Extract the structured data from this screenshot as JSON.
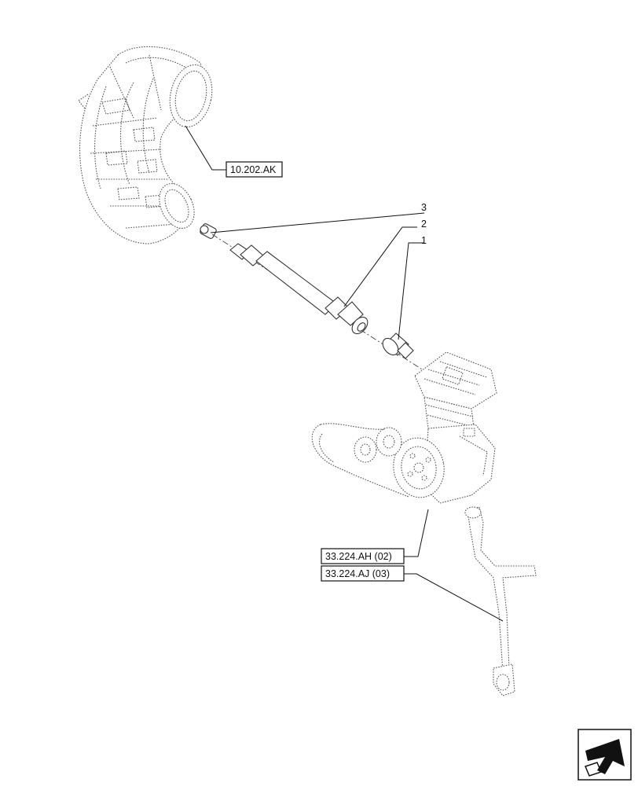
{
  "references": {
    "ref_1": "10.202.AK",
    "ref_2": "33.224.AH (02)",
    "ref_3": "33.224.AJ (03)"
  },
  "callouts": {
    "c1": "1",
    "c2": "2",
    "c3": "3"
  },
  "nav": {
    "icon": "next-page-arrow-icon"
  },
  "colors": {
    "line": "#111111",
    "dotted": "#555555"
  }
}
